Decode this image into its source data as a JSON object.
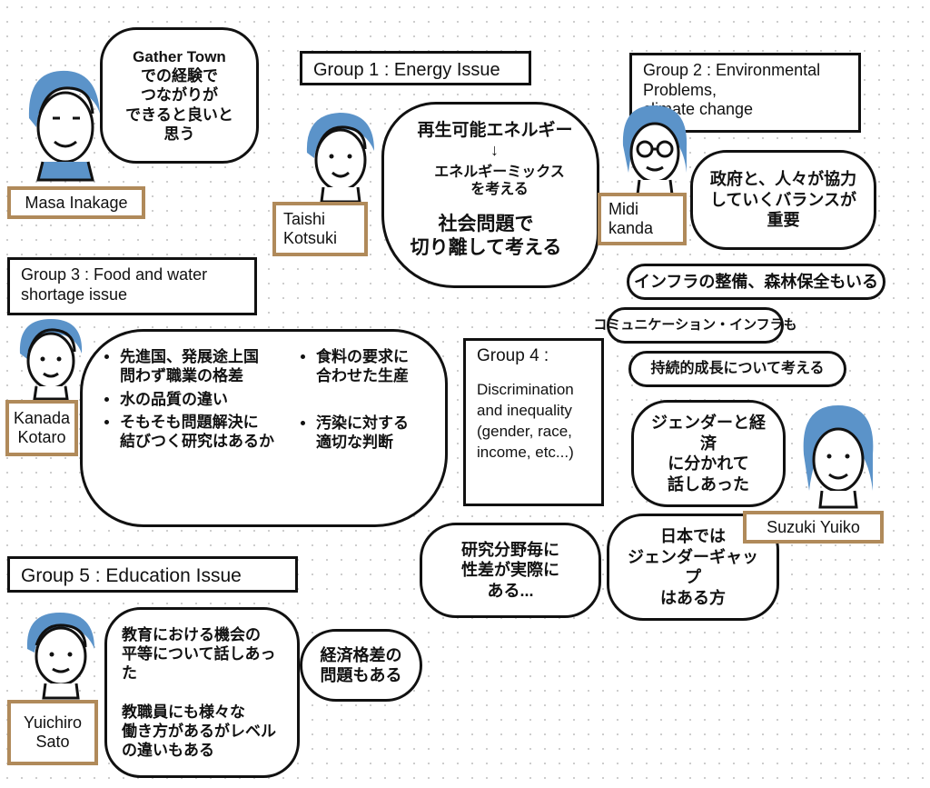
{
  "masa": {
    "speech": "Gather Town\nでの経験で\nつながりが\nできると良いと\n思う",
    "name": "Masa Inakage"
  },
  "group1": {
    "title": "Group 1 : Energy Issue",
    "person": "Taishi\nKotsuki",
    "notes": [
      "再生可能エネルギー",
      "エネルギーミックス\nを考える",
      "社会問題で\n切り離して考える"
    ]
  },
  "group2": {
    "title": "Group 2 : Environmental\nProblems,\nclimate change",
    "person": "Midi\nkanda",
    "speech": "政府と、人々が協力\nしていくバランスが\n重要",
    "notes": [
      "インフラの整備、森林保全もいる",
      "コミュニケーション・インフラも",
      "持続的成長について考える"
    ]
  },
  "group3": {
    "title": "Group 3 : Food and water\nshortage issue",
    "person": "Kanada\nKotaro",
    "left_bullets": [
      "先進国、発展途上国\n問わず職業の格差",
      "水の品質の違い",
      "そもそも問題解決に\n結びつく研究はあるか"
    ],
    "right_bullets": [
      "食料の要求に\n合わせた生産",
      "汚染に対する\n適切な判断"
    ]
  },
  "group4": {
    "title": "Group 4 :",
    "body": "Discrimination\nand inequality\n(gender, race,\nincome, etc...)",
    "notes": [
      "研究分野毎に\n性差が実際に\nある...",
      "日本では\nジェンダーギャップ\nはある方"
    ]
  },
  "suzuki": {
    "speech": "ジェンダーと経済\nに分かれて\n話しあった",
    "name": "Suzuki Yuiko"
  },
  "group5": {
    "title": "Group 5 : Education Issue",
    "person": "Yuichiro\nSato",
    "speech": "教育における機会の\n平等について話しあった\n\n教職員にも様々な\n働き方があるがレベル\nの違いもある",
    "side": "経済格差の\n問題もある"
  },
  "colors": {
    "accent_blue": "#5b93c9",
    "tag_brown": "#b08a5a",
    "ink": "#111111"
  },
  "icons": [
    "person-avatar-icon"
  ]
}
